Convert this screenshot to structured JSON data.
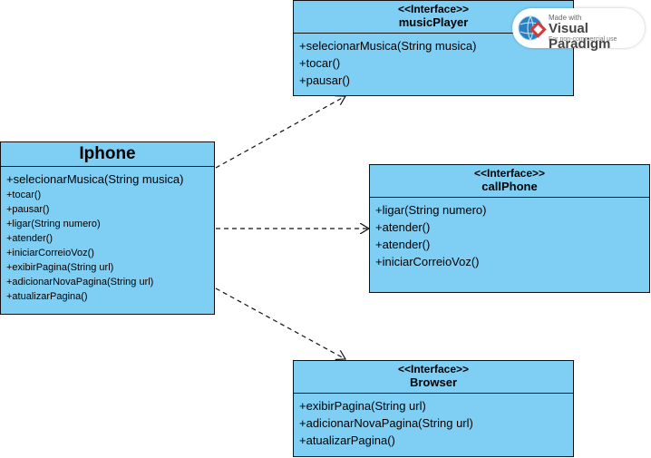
{
  "watermark": {
    "made_with": "Made with",
    "brand": "Visual Paradigm",
    "note": "For non-commercial use"
  },
  "classes": {
    "iphone": {
      "name": "Iphone",
      "operations": [
        "+selecionarMusica(String musica)",
        "+tocar()",
        "+pausar()",
        "+ligar(String numero)",
        "+atender()",
        "+iniciarCorreioVoz()",
        "+exibirPagina(String url)",
        "+adicionarNovaPagina(String url)",
        "+atualizarPagina()"
      ]
    },
    "musicPlayer": {
      "stereotype": "<<Interface>>",
      "name": "musicPlayer",
      "operations": [
        "+selecionarMusica(String musica)",
        "+tocar()",
        "+pausar()"
      ]
    },
    "callPhone": {
      "stereotype": "<<Interface>>",
      "name": "callPhone",
      "operations": [
        "+ligar(String numero)",
        "+atender()",
        "+atender()",
        "+iniciarCorreioVoz()"
      ]
    },
    "browser": {
      "stereotype": "<<Interface>>",
      "name": "Browser",
      "operations": [
        "+exibirPagina(String url)",
        "+adicionarNovaPagina(String url)",
        "+atualizarPagina()"
      ]
    }
  },
  "colors": {
    "class_fill": "#7fcff5",
    "border": "#111111"
  }
}
